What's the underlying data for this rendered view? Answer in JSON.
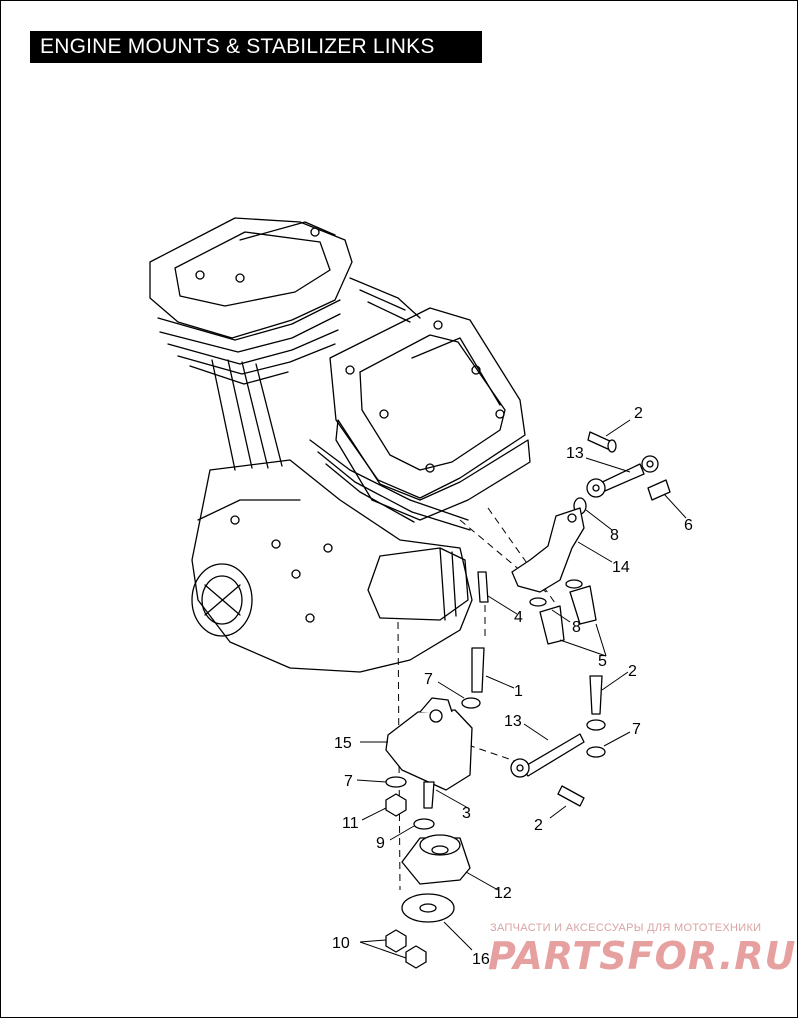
{
  "title": "ENGINE MOUNTS & STABILIZER LINKS",
  "callouts": [
    {
      "id": "c2a",
      "label": "2"
    },
    {
      "id": "c13a",
      "label": "13"
    },
    {
      "id": "c6",
      "label": "6"
    },
    {
      "id": "c8a",
      "label": "8"
    },
    {
      "id": "c14",
      "label": "14"
    },
    {
      "id": "c4",
      "label": "4"
    },
    {
      "id": "c8b",
      "label": "8"
    },
    {
      "id": "c5",
      "label": "5"
    },
    {
      "id": "c2b",
      "label": "2"
    },
    {
      "id": "c7a",
      "label": "7"
    },
    {
      "id": "c1",
      "label": "1"
    },
    {
      "id": "c13b",
      "label": "13"
    },
    {
      "id": "c7b",
      "label": "7"
    },
    {
      "id": "c15",
      "label": "15"
    },
    {
      "id": "c7c",
      "label": "7"
    },
    {
      "id": "c3",
      "label": "3"
    },
    {
      "id": "c11",
      "label": "11"
    },
    {
      "id": "c2c",
      "label": "2"
    },
    {
      "id": "c9",
      "label": "9"
    },
    {
      "id": "c12",
      "label": "12"
    },
    {
      "id": "c10",
      "label": "10"
    },
    {
      "id": "c16",
      "label": "16"
    }
  ],
  "watermark": {
    "tagline": "ЗАПЧАСТИ И АКСЕССУАРЫ ДЛЯ МОТОТЕХНИКИ",
    "brand": "PARTSFOR.RU"
  }
}
